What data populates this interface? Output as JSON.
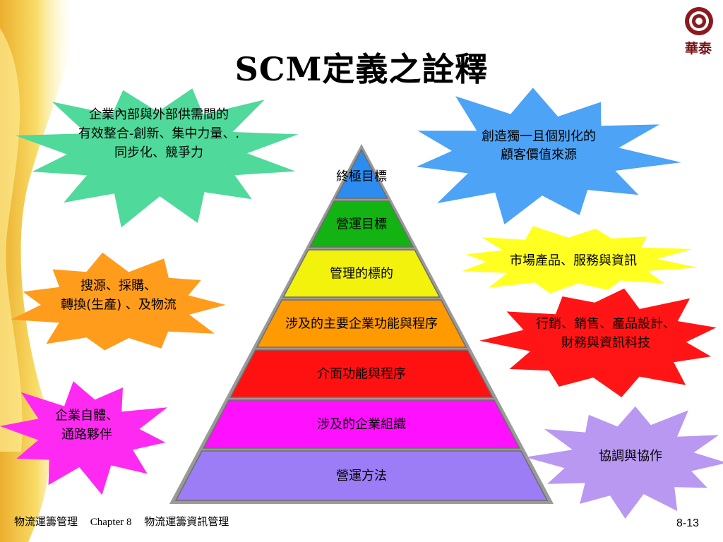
{
  "slide": {
    "title": "SCM定義之詮釋",
    "logo_text": "華泰",
    "footer": {
      "course": "物流運籌管理",
      "chapter": "Chapter  8",
      "topic": "物流運籌資訊管理"
    },
    "page_number": "8-13"
  },
  "pyramid": {
    "tiers": [
      {
        "label": "終極目標",
        "color": "#2d8cf0"
      },
      {
        "label": "營運目標",
        "color": "#12b312"
      },
      {
        "label": "管理的標的",
        "color": "#f2f20c"
      },
      {
        "label": "涉及的主要企業功能與程序",
        "color": "#ff9a00"
      },
      {
        "label": "介面功能與程序",
        "color": "#ff1111"
      },
      {
        "label": "涉及的企業組織",
        "color": "#ff10ff"
      },
      {
        "label": "營運方法",
        "color": "#9c7df5"
      }
    ]
  },
  "callouts": [
    {
      "id": "integration",
      "lines": [
        "企業內部與外部供需間的",
        "有效整合-創新、集中力量、.",
        "同步化、競爭力"
      ],
      "color": "#4fd99a"
    },
    {
      "id": "value",
      "lines": [
        "創造獨一且個別化的",
        "顧客價值來源"
      ],
      "color": "#4da3f5"
    },
    {
      "id": "market",
      "lines": [
        "市場產品、服務與資訊"
      ],
      "color": "#ffff22"
    },
    {
      "id": "sourcing",
      "lines": [
        "搜源、採購、",
        "轉換(生產) 、及物流"
      ],
      "color": "#ff9c1c"
    },
    {
      "id": "marketing",
      "lines": [
        "行銷、銷售、產品設計、",
        "財務與資訊科技"
      ],
      "color": "#ff1515"
    },
    {
      "id": "partners",
      "lines": [
        "企業自體、",
        "通路夥伴"
      ],
      "color": "#ff2af2"
    },
    {
      "id": "coordination",
      "lines": [
        "協調與協作"
      ],
      "color": "#b998f2"
    }
  ]
}
